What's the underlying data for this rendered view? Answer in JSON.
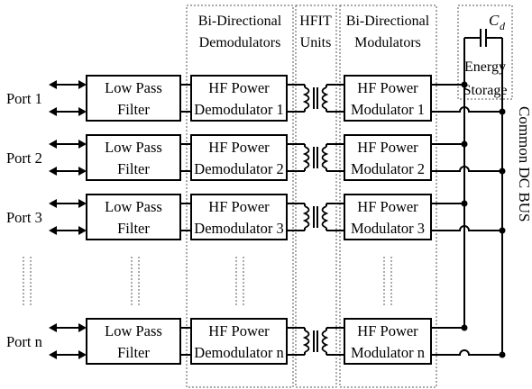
{
  "headers": {
    "demodulators": [
      "Bi-Directional",
      "Demodulators"
    ],
    "hfit": [
      "HFIT",
      "Units"
    ],
    "modulators": [
      "Bi-Directional",
      "Modulators"
    ]
  },
  "capacitor_label": "C",
  "capacitor_subscript": "d",
  "energy_storage": [
    "Energy",
    "Storage"
  ],
  "bus_label": "Common DC BUS",
  "rows": [
    {
      "port": "Port 1",
      "filter": [
        "Low Pass",
        "Filter"
      ],
      "demod": [
        "HF Power",
        "Demodulator 1"
      ],
      "mod": [
        "HF Power",
        "Modulator 1"
      ]
    },
    {
      "port": "Port 2",
      "filter": [
        "Low Pass",
        "Filter"
      ],
      "demod": [
        "HF Power",
        "Demodulator 2"
      ],
      "mod": [
        "HF Power",
        "Modulator 2"
      ]
    },
    {
      "port": "Port 3",
      "filter": [
        "Low Pass",
        "Filter"
      ],
      "demod": [
        "HF Power",
        "Demodulator 3"
      ],
      "mod": [
        "HF Power",
        "Modulator 3"
      ]
    },
    {
      "port": "Port n",
      "filter": [
        "Low Pass",
        "Filter"
      ],
      "demod": [
        "HF Power",
        "Demodulator n"
      ],
      "mod": [
        "HF Power",
        "Modulator n"
      ]
    }
  ]
}
